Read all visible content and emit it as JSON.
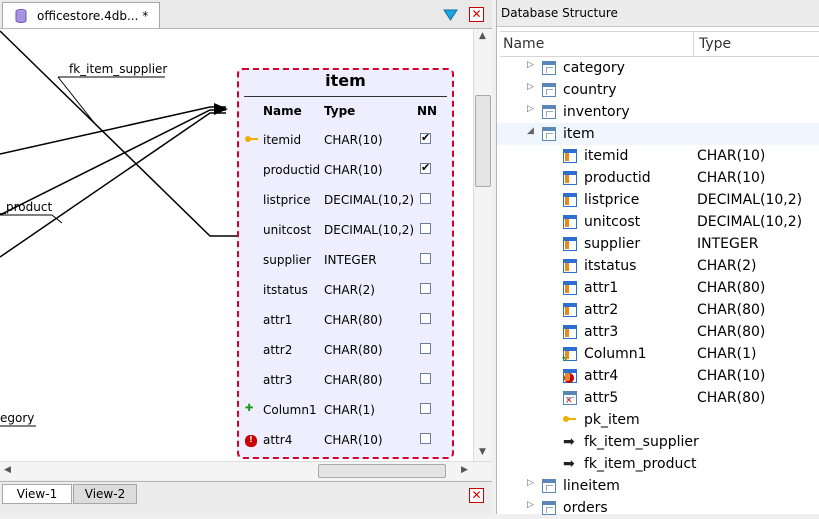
{
  "document_tab": {
    "title": "officestore.4db... *"
  },
  "canvas": {
    "connection_labels": {
      "fk_item_supplier": "fk_item_supplier",
      "fk_product_fragment": "_product",
      "category_fragment": "egory"
    },
    "entity": {
      "title": "item",
      "headers": {
        "name": "Name",
        "type": "Type",
        "nn": "NN"
      },
      "rows": [
        {
          "name": "itemid",
          "type": "CHAR(10)",
          "nn": true,
          "icon": "key-icon"
        },
        {
          "name": "productid",
          "type": "CHAR(10)",
          "nn": true,
          "icon": ""
        },
        {
          "name": "listprice",
          "type": "DECIMAL(10,2)",
          "nn": false,
          "icon": ""
        },
        {
          "name": "unitcost",
          "type": "DECIMAL(10,2)",
          "nn": false,
          "icon": ""
        },
        {
          "name": "supplier",
          "type": "INTEGER",
          "nn": false,
          "icon": ""
        },
        {
          "name": "itstatus",
          "type": "CHAR(2)",
          "nn": false,
          "icon": ""
        },
        {
          "name": "attr1",
          "type": "CHAR(80)",
          "nn": false,
          "icon": ""
        },
        {
          "name": "attr2",
          "type": "CHAR(80)",
          "nn": false,
          "icon": ""
        },
        {
          "name": "attr3",
          "type": "CHAR(80)",
          "nn": false,
          "icon": ""
        },
        {
          "name": "Column1",
          "type": "CHAR(1)",
          "nn": false,
          "icon": "plus-icon"
        },
        {
          "name": "attr4",
          "type": "CHAR(10)",
          "nn": false,
          "icon": "error-icon"
        }
      ]
    }
  },
  "view_tabs": [
    "View-1",
    "View-2"
  ],
  "structure_panel": {
    "title": "Database Structure",
    "columns": {
      "name": "Name",
      "type": "Type"
    },
    "tree": [
      {
        "label": "category",
        "type": "",
        "kind": "table",
        "expanded": false,
        "depth": 0
      },
      {
        "label": "country",
        "type": "",
        "kind": "table",
        "expanded": false,
        "depth": 0
      },
      {
        "label": "inventory",
        "type": "",
        "kind": "table",
        "expanded": false,
        "depth": 0
      },
      {
        "label": "item",
        "type": "",
        "kind": "table",
        "expanded": true,
        "depth": 0
      },
      {
        "label": "itemid",
        "type": "CHAR(10)",
        "kind": "column",
        "depth": 1
      },
      {
        "label": "productid",
        "type": "CHAR(10)",
        "kind": "column",
        "depth": 1
      },
      {
        "label": "listprice",
        "type": "DECIMAL(10,2)",
        "kind": "column",
        "depth": 1
      },
      {
        "label": "unitcost",
        "type": "DECIMAL(10,2)",
        "kind": "column",
        "depth": 1
      },
      {
        "label": "supplier",
        "type": "INTEGER",
        "kind": "column",
        "depth": 1
      },
      {
        "label": "itstatus",
        "type": "CHAR(2)",
        "kind": "column",
        "depth": 1
      },
      {
        "label": "attr1",
        "type": "CHAR(80)",
        "kind": "column",
        "depth": 1
      },
      {
        "label": "attr2",
        "type": "CHAR(80)",
        "kind": "column",
        "depth": 1
      },
      {
        "label": "attr3",
        "type": "CHAR(80)",
        "kind": "column",
        "depth": 1
      },
      {
        "label": "Column1",
        "type": "CHAR(1)",
        "kind": "column-added",
        "depth": 1
      },
      {
        "label": "attr4",
        "type": "CHAR(10)",
        "kind": "column-error",
        "depth": 1
      },
      {
        "label": "attr5",
        "type": "CHAR(80)",
        "kind": "column-deleted",
        "depth": 1
      },
      {
        "label": "pk_item",
        "type": "",
        "kind": "primary-key",
        "depth": 1
      },
      {
        "label": "fk_item_supplier",
        "type": "",
        "kind": "foreign-key",
        "depth": 1
      },
      {
        "label": "fk_item_product",
        "type": "",
        "kind": "foreign-key",
        "depth": 1
      },
      {
        "label": "lineitem",
        "type": "",
        "kind": "table",
        "expanded": false,
        "depth": 0
      },
      {
        "label": "orders",
        "type": "",
        "kind": "table",
        "expanded": false,
        "depth": 0
      }
    ]
  }
}
